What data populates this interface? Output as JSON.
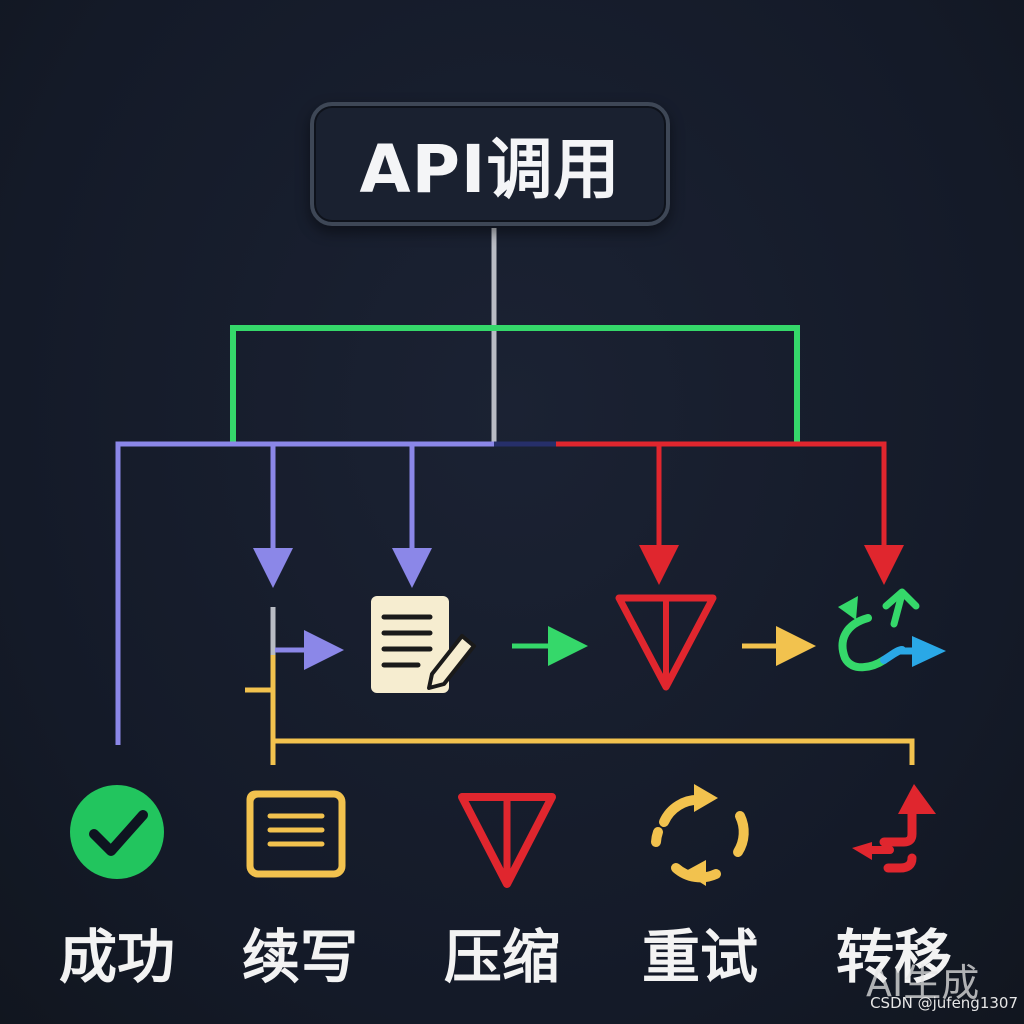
{
  "root": {
    "label": "API调用"
  },
  "categories": [
    {
      "label": "成功",
      "icon": "check-circle-icon"
    },
    {
      "label": "续写",
      "icon": "document-lines-icon"
    },
    {
      "label": "压缩",
      "icon": "compress-funnel-icon"
    },
    {
      "label": "重试",
      "icon": "retry-cycle-icon"
    },
    {
      "label": "转移",
      "icon": "transfer-arrows-icon"
    }
  ],
  "flow_icons": [
    "edit-document-icon",
    "compress-funnel-icon",
    "redirect-arrows-icon"
  ],
  "watermark": "AI生成",
  "credit": "CSDN @jufeng1307",
  "colors": {
    "background": "#151b2b",
    "purple": "#8b87e8",
    "green": "#35d86a",
    "red": "#e0262e",
    "yellow": "#f2c24e",
    "gray": "#b9bcc4",
    "blue": "#2aa8e6"
  }
}
